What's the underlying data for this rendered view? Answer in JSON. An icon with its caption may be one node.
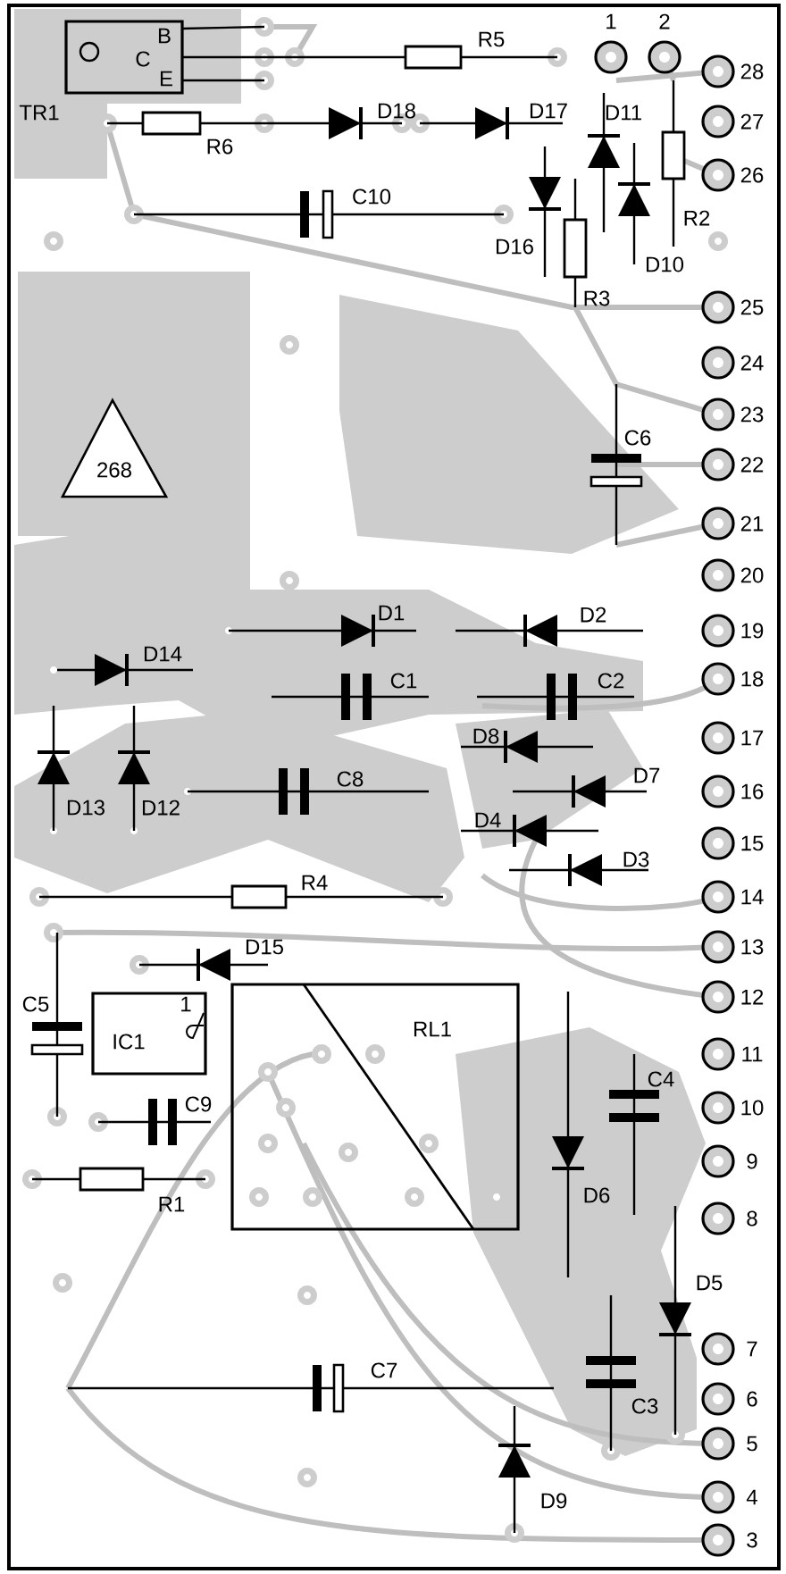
{
  "diagram": {
    "nodes": [
      {
        "text": [
          "268"
        ]
      },
      {
        "text": [
          "B",
          "C",
          "E"
        ],
        "beside": [
          "TR1"
        ]
      },
      {
        "text": [
          "IC1",
          "1"
        ]
      },
      {
        "text": [
          "RL1"
        ]
      }
    ],
    "labels": [
      "R5",
      "1",
      "2",
      "28",
      "R6",
      "D18",
      "D17",
      "D11",
      "27",
      "26",
      "R2",
      "C10",
      "D16",
      "R3",
      "D10",
      "25",
      "24",
      "23",
      "C6",
      "22",
      "21",
      "20",
      "D1",
      "D2",
      "19",
      "D14",
      "C1",
      "C2",
      "18",
      "17",
      "D8",
      "D7",
      "16",
      "D13",
      "D12",
      "C8",
      "D4",
      "15",
      "D3",
      "14",
      "R4",
      "13",
      "D15",
      "12",
      "C5",
      "11",
      "C4",
      "10",
      "9",
      "R1",
      "C9",
      "D6",
      "8",
      "D5",
      "7",
      "C7",
      "6",
      "C3",
      "5",
      "4",
      "D9",
      "3"
    ]
  }
}
